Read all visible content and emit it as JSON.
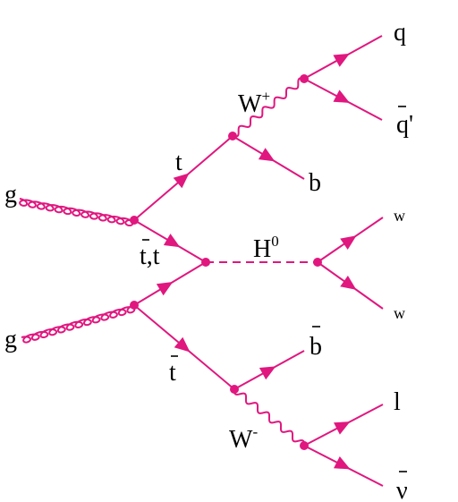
{
  "diagram": {
    "line_color": "#e0177f",
    "label_color": "#000000",
    "labels": {
      "g_top": "g",
      "g_bottom": "g",
      "t": "t",
      "tbar_t": "t,t",
      "tbar_low": "t",
      "W_plus": "W",
      "W_plus_sup": "+",
      "W_minus": "W",
      "W_minus_sup": "-",
      "H": "H",
      "H_sup": "0",
      "q": "q",
      "qbar_prime": "q'",
      "b": "b",
      "bbar": "b",
      "w_top": "w",
      "w_bottom": "w",
      "l": "l",
      "nubar": "ν"
    }
  }
}
